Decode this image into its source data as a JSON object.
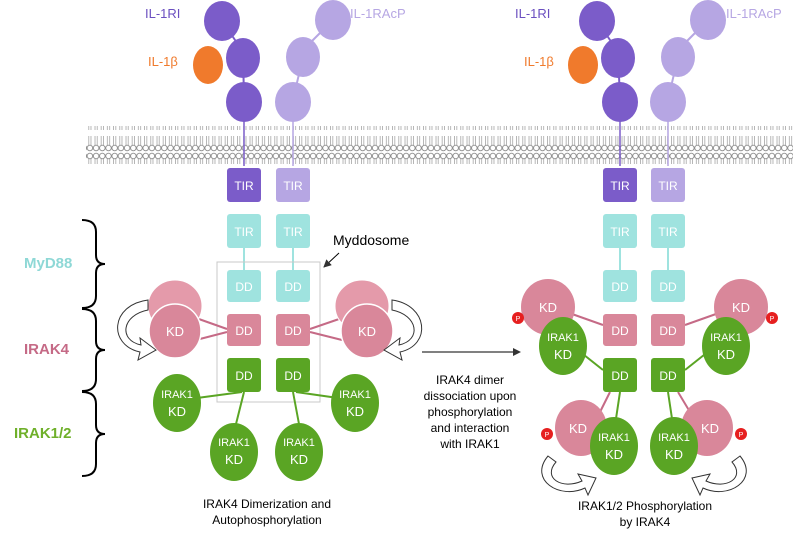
{
  "colors": {
    "receptor_dark": "#7b5cc9",
    "receptor_light": "#b6a6e3",
    "il1b": "#f07a2c",
    "tir_dd_cyan": "#9fe3df",
    "irak4_pink": "#d9879a",
    "irak1_green": "#5aa524",
    "phospho_red": "#e61f1f",
    "membrane": "#9a9a9a",
    "label_myd88": "#8ed8d6",
    "label_irak4": "#c56a86",
    "label_irak12": "#6fb02a"
  },
  "left_panel": {
    "receptor_label": "IL-1RI",
    "coreceptor_label": "IL-1RAcP",
    "ligand_label": "IL-1β",
    "tir_label": "TIR",
    "dd_label": "DD",
    "kd_label": "KD",
    "irak1_label": "IRAK1",
    "callout": "Myddosome",
    "caption_line1": "IRAK4 Dimerization and",
    "caption_line2": "Autophosphorylation"
  },
  "right_panel": {
    "receptor_label": "IL-1RI",
    "coreceptor_label": "IL-1RAcP",
    "ligand_label": "IL-1β",
    "tir_label": "TIR",
    "dd_label": "DD",
    "kd_label": "KD",
    "irak1_label": "IRAK1",
    "phospho_label": "P",
    "caption_line1": "IRAK1/2 Phosphorylation",
    "caption_line2": "by IRAK4"
  },
  "side_labels": {
    "myd88": "MyD88",
    "irak4": "IRAK4",
    "irak12": "IRAK1/2"
  },
  "transition": {
    "line1": "IRAK4 dimer",
    "line2": "dissociation upon",
    "line3": "phosphorylation",
    "line4": "and interaction",
    "line5": "with IRAK1"
  }
}
